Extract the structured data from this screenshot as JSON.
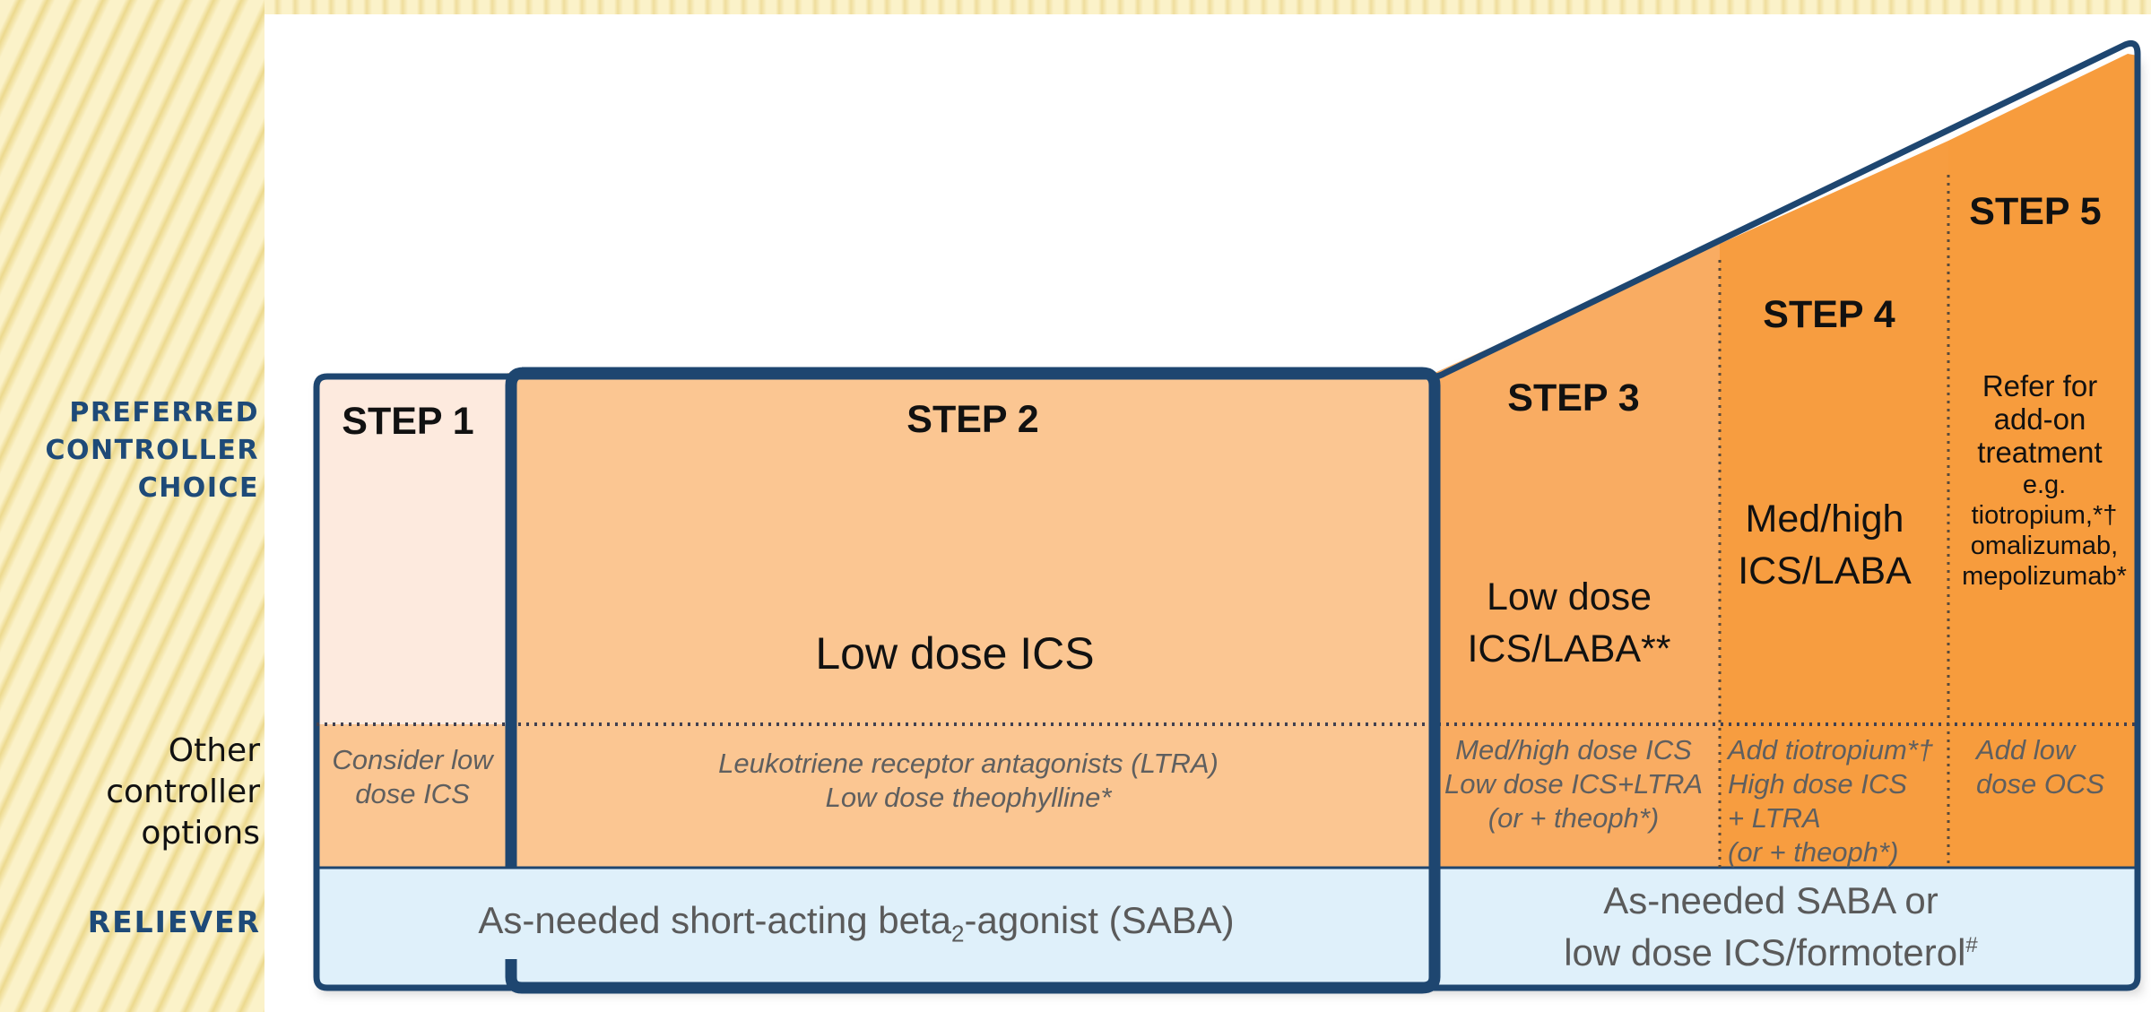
{
  "row_labels": {
    "preferred": "PREFERRED\nCONTROLLER\nCHOICE",
    "other": "Other\ncontroller\noptions",
    "reliever": "RELIEVER"
  },
  "steps": [
    {
      "title": "STEP 1",
      "other": "Consider low\ndose ICS"
    },
    {
      "title": "STEP 2",
      "preferred": "Low dose ICS",
      "other": "Leukotriene receptor antagonists (LTRA)\nLow dose theophylline*"
    },
    {
      "title": "STEP 3",
      "preferred": "Low dose\nICS/LABA**",
      "other": "Med/high dose ICS\nLow dose ICS+LTRA\n(or + theoph*)"
    },
    {
      "title": "STEP 4",
      "preferred": "Med/high\nICS/LABA",
      "other": "Add tiotropium*†\nHigh dose ICS\n+ LTRA\n(or + theoph*)"
    },
    {
      "title": "STEP 5",
      "preferred_main": "Refer for\nadd-on\ntreatment",
      "preferred_detail": "e.g.\ntiotropium,*†\nomalizumab,\nmepolizumab*",
      "other": "Add low\ndose OCS"
    }
  ],
  "reliever": {
    "left_before": "As-needed short-acting beta",
    "left_sub": "2",
    "left_after": "-agonist (SABA)",
    "right_line1": "As-needed SABA or",
    "right_line2": "low dose ICS/formoterol",
    "right_sup": "#"
  },
  "colors": {
    "step1": "#fdeade",
    "step2": "#fbc692",
    "step3": "#f9ac62",
    "step4": "#f79d40",
    "step5": "#f79c3d",
    "reliever": "#dff0fa",
    "border": "#1e4670",
    "label_blue": "#1e4a78"
  }
}
